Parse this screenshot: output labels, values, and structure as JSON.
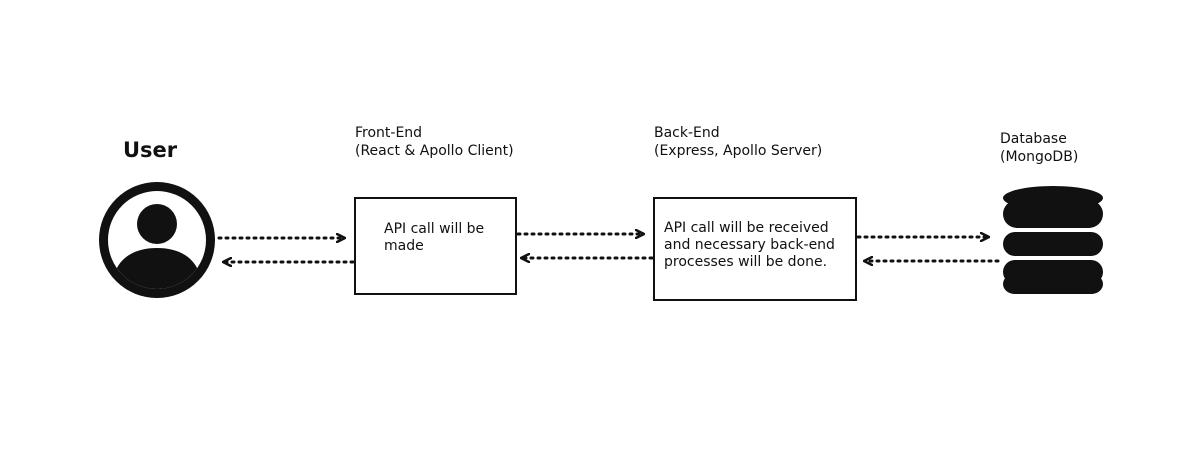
{
  "user": {
    "title": "User"
  },
  "frontend": {
    "title_line1": "Front-End",
    "title_line2": "(React & Apollo Client)",
    "box_line1": "API call will be",
    "box_line2": "made"
  },
  "backend": {
    "title_line1": "Back-End",
    "title_line2": "(Express, Apollo Server)",
    "box_line1": "API call will be received",
    "box_line2": "and necessary back-end",
    "box_line3": "processes will be done."
  },
  "database": {
    "title_line1": "Database",
    "title_line2": "(MongoDB)"
  },
  "colors": {
    "ink": "#111111",
    "background": "#ffffff"
  }
}
